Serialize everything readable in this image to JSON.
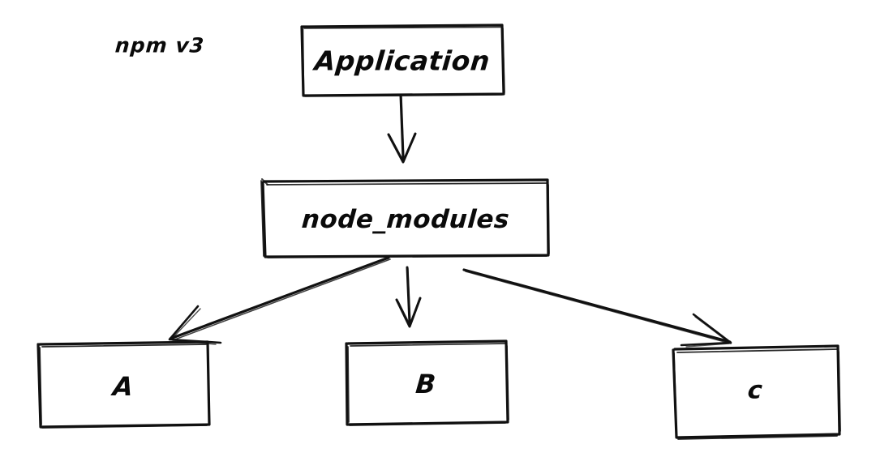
{
  "diagram": {
    "type": "hand-drawn-flowchart",
    "title_label": "npm v3",
    "background_color": "#ffffff",
    "ink_color": "#111111",
    "nodes": [
      {
        "id": "application",
        "label": "Application",
        "shape": "rectangle"
      },
      {
        "id": "node_modules",
        "label": "node_modules",
        "shape": "rectangle"
      },
      {
        "id": "a",
        "label": "A",
        "shape": "rectangle"
      },
      {
        "id": "b",
        "label": "B",
        "shape": "rectangle"
      },
      {
        "id": "c",
        "label": "c",
        "shape": "rectangle"
      }
    ],
    "edges": [
      {
        "from": "application",
        "to": "node_modules",
        "style": "arrow-down"
      },
      {
        "from": "node_modules",
        "to": "a",
        "style": "arrow-diagonal-left"
      },
      {
        "from": "node_modules",
        "to": "b",
        "style": "arrow-down"
      },
      {
        "from": "node_modules",
        "to": "c",
        "style": "arrow-diagonal-right"
      }
    ]
  }
}
